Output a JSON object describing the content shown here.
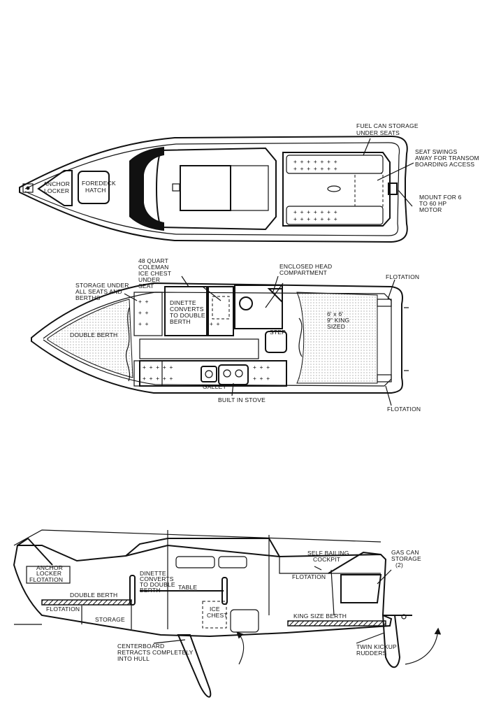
{
  "deck_plan": {
    "anchor_locker": "ANCHOR LOCKER",
    "foredeck_hatch": "FOREDECK HATCH",
    "fuel_can_storage": "FUEL CAN STORAGE UNDER SEATS",
    "seat_swings": "SEAT SWINGS AWAY FOR TRANSOM BOARDING ACCESS",
    "motor_mount": "MOUNT FOR 6 TO 60 HP MOTOR"
  },
  "cabin_plan": {
    "ice_chest": "48 QUART COLEMAN ICE CHEST UNDER SEAT",
    "enclosed_head": "ENCLOSED HEAD COMPARTMENT",
    "flotation_top": "FLOTATION",
    "storage": "STORAGE UNDER ALL SEATS AND BERTHS",
    "dinette": "DINETTE CONVERTS TO DOUBLE BERTH",
    "king_berth": "6' x 6' 9\" KING SIZED BERTH",
    "double_berth": "DOUBLE BERTH",
    "step": "STEP",
    "galley": "GALLEY",
    "built_in_stove": "BUILT IN STOVE",
    "flotation_bottom": "FLOTATION"
  },
  "profile": {
    "anchor_locker": "ANCHOR LOCKER",
    "flotation_bow": "FLOTATION",
    "dinette": "DINETTE CONVERTS TO DOUBLE BERTH",
    "table": "TABLE",
    "double_berth": "DOUBLE BERTH",
    "flotation_low": "FLOTATION",
    "storage": "STORAGE",
    "ice_chest": "ICE CHEST",
    "self_bailing": "SELF BAILING COCKPIT",
    "flotation_stern": "FLOTATION",
    "gas_can_storage": "GAS CAN STORAGE (2)",
    "king_size_berth": "KING SIZE BERTH",
    "centerboard": "CENTERBOARD RETRACTS COMPLETELY INTO HULL",
    "twin_rudders": "TWIN KICKUP RUDDERS"
  }
}
